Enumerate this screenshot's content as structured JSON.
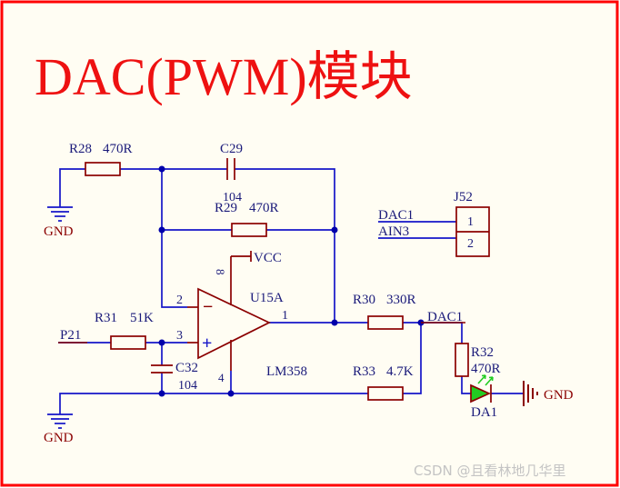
{
  "title": "DAC(PWM)模块",
  "watermark": "CSDN @且看林地几华里",
  "colors": {
    "border": "#ff0000",
    "background": "#fffdf3",
    "title": "#ee1111",
    "wire": "#1515c8",
    "component": "#8b0000",
    "text": "#1a1a7a",
    "net_label": "#8b0000",
    "led": "#22cc22",
    "junction": "#0000aa"
  },
  "components": {
    "r28": {
      "ref": "R28",
      "value": "470R"
    },
    "c29": {
      "ref": "C29",
      "value": "104"
    },
    "r29": {
      "ref": "R29",
      "value": "470R"
    },
    "vcc": {
      "label": "VCC"
    },
    "opamp": {
      "ref": "U15A",
      "part": "LM358",
      "pin_inv": "2",
      "pin_noninv": "3",
      "pin_out": "1",
      "pin_vcc": "8",
      "pin_gnd": "4",
      "sign_minus": "−",
      "sign_plus": "+"
    },
    "r30": {
      "ref": "R30",
      "value": "330R"
    },
    "r31": {
      "ref": "R31",
      "value": "51K"
    },
    "c32": {
      "ref": "C32",
      "value": "104"
    },
    "r33": {
      "ref": "R33",
      "value": "4.7K"
    },
    "r32": {
      "ref": "R32",
      "value": "470R"
    },
    "led": {
      "ref": "DA1"
    },
    "j52": {
      "ref": "J52",
      "pin1": "1",
      "pin2": "2"
    }
  },
  "nets": {
    "dac1_conn": "DAC1",
    "ain3_conn": "AIN3",
    "dac1_out": "DAC1",
    "p21": "P21",
    "gnd_top": "GND",
    "gnd_bottom": "GND",
    "gnd_right": "GND"
  }
}
